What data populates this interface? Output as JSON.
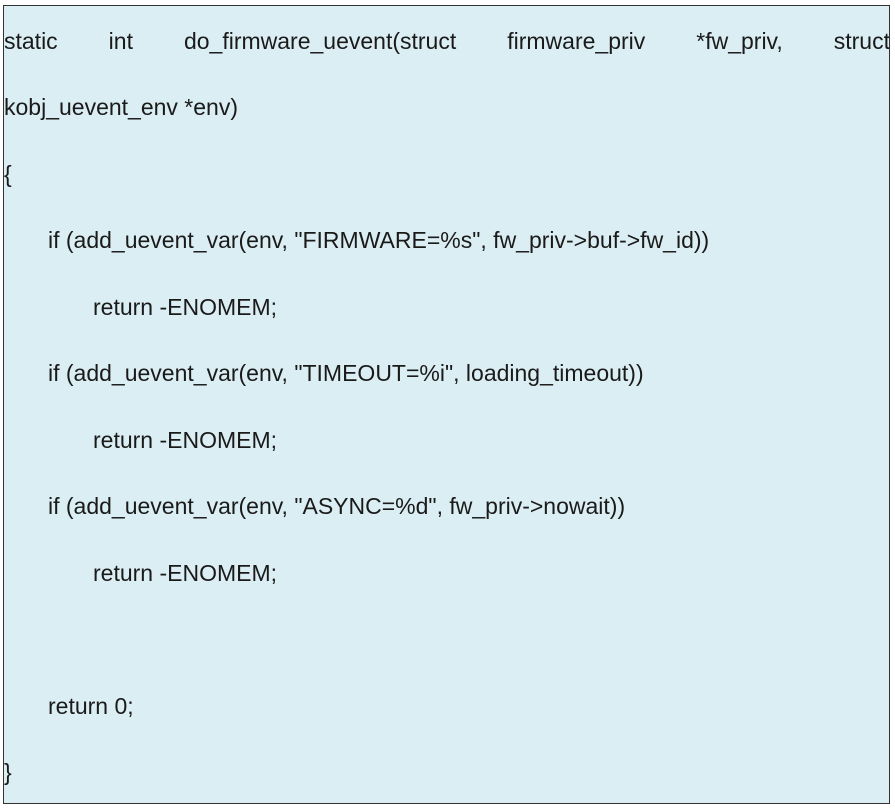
{
  "code": {
    "line1_tokens": [
      "static",
      "int",
      "do_firmware_uevent(struct",
      "firmware_priv",
      "*fw_priv,",
      "struct"
    ],
    "line2": "kobj_uevent_env *env)",
    "line3": "{",
    "line4": "if (add_uevent_var(env, \"FIRMWARE=%s\", fw_priv->buf->fw_id))",
    "line5": "return -ENOMEM;",
    "line6": "if (add_uevent_var(env, \"TIMEOUT=%i\", loading_timeout))",
    "line7": "return -ENOMEM;",
    "line8": "if (add_uevent_var(env, \"ASYNC=%d\", fw_priv->nowait))",
    "line9": "return -ENOMEM;",
    "line10": "return 0;",
    "line11": "}"
  },
  "colors": {
    "background": "#dbeef3",
    "border": "#333333",
    "text": "#1a1a1a"
  }
}
